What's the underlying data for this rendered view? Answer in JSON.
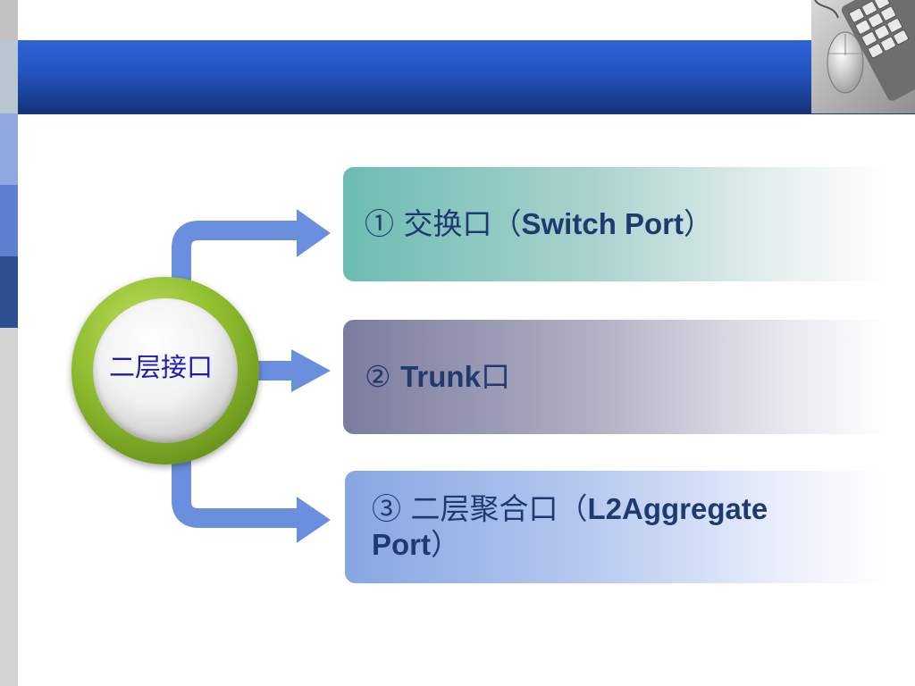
{
  "hub": {
    "label": "二层接口"
  },
  "items": [
    {
      "marker": "①",
      "cjk": " 交换口（",
      "latin": "Switch Port",
      "tail": "）"
    },
    {
      "marker": "②",
      "cjk": " ",
      "latin": "Trunk",
      "tail": "口"
    },
    {
      "marker": "③",
      "cjk": " 二层聚合口（",
      "latin": "L2Aggregate Port",
      "tail": "）"
    }
  ],
  "colors": {
    "banner": "#2453bd",
    "arrow": "#6b8fdf",
    "hub_ring": "#8fbc2e",
    "hub_text": "#1a1ab0",
    "item_text": "#1f3a70"
  },
  "icons": {
    "photo": "keyboard-mouse-photo"
  }
}
